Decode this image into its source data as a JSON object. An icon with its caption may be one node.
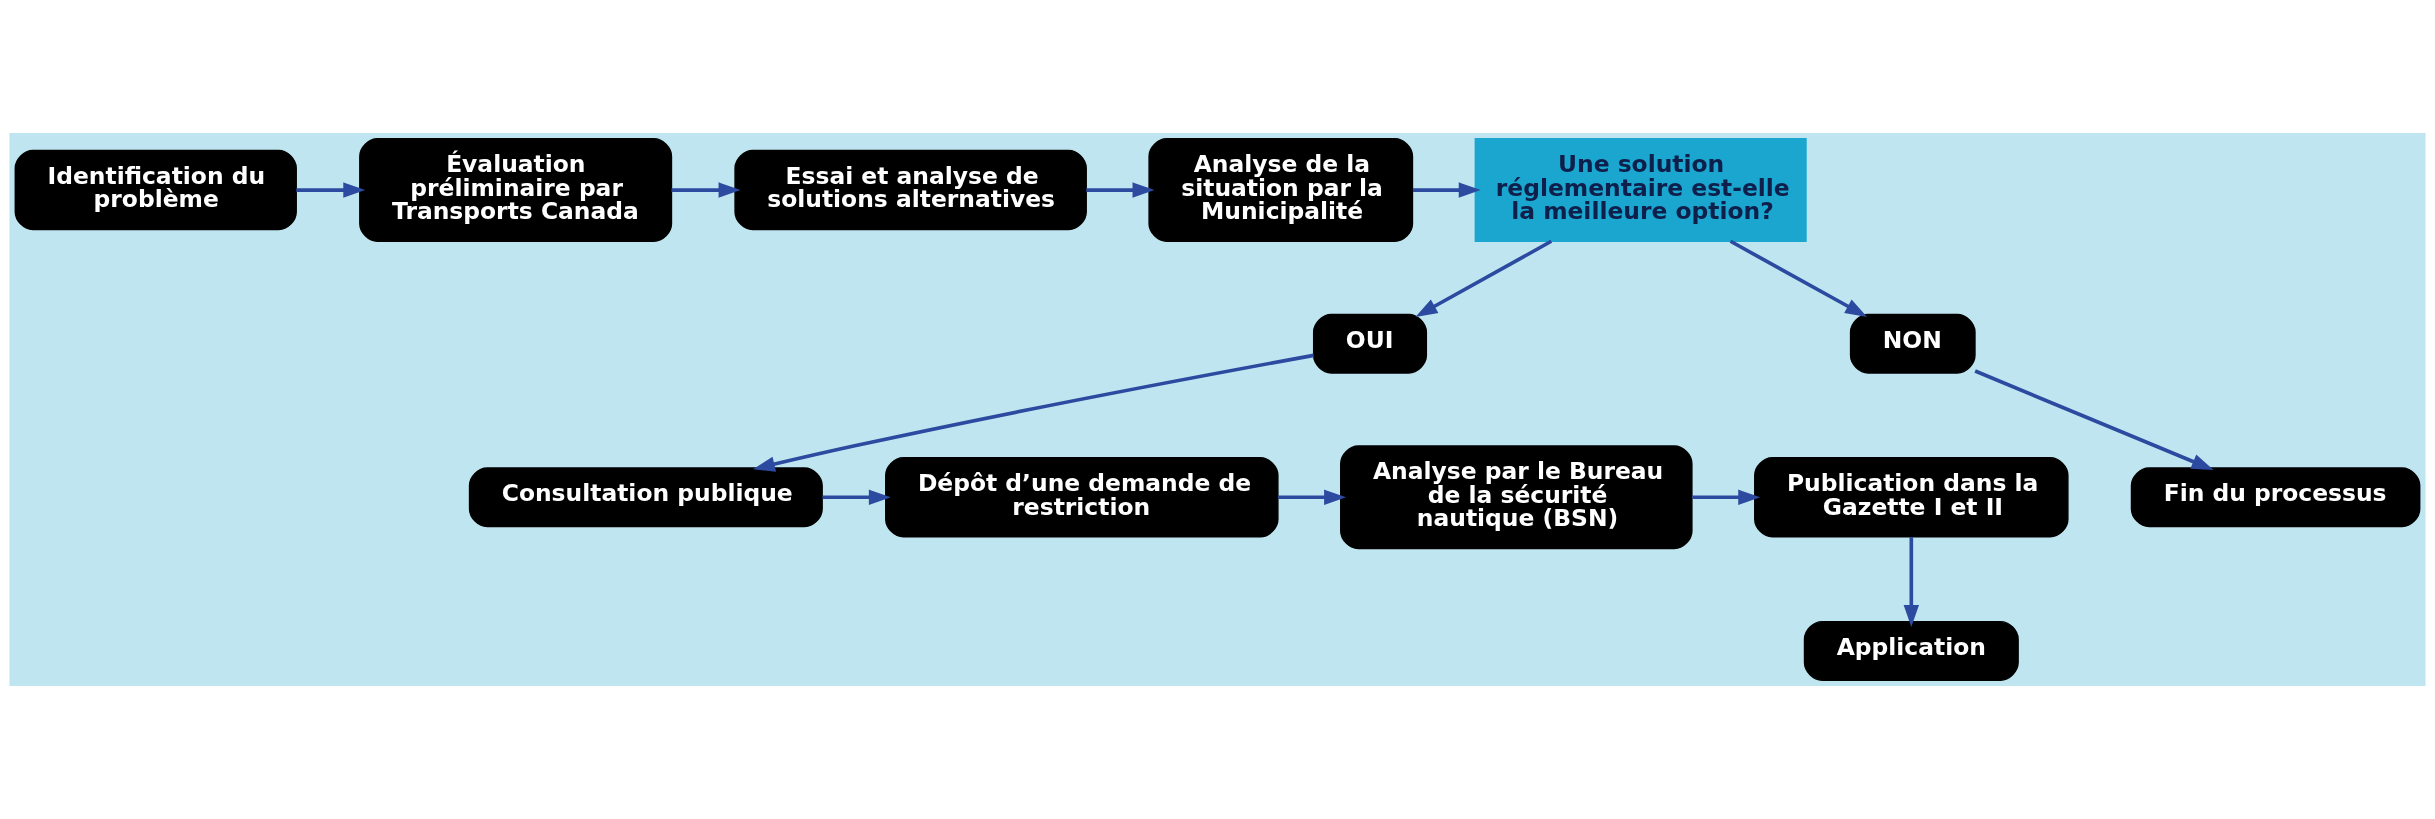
{
  "diagram": {
    "nodes": [
      {
        "text": [
          "Identification du problème"
        ]
      },
      {
        "text": [
          "Évaluation préliminaire par Transports Canada"
        ]
      },
      {
        "text": [
          "Essai et analyse de solutions alternatives"
        ]
      },
      {
        "text": [
          "Analyse de la situation par la Municipalité"
        ]
      },
      {
        "text": [
          "Une solution réglementaire est-elle la meilleure option?"
        ]
      },
      {
        "text": [
          "OUI"
        ]
      },
      {
        "text": [
          "NON"
        ]
      },
      {
        "text": [
          "Consultation publique"
        ]
      },
      {
        "text": [
          "Dépôt d’une demande de restriction"
        ]
      },
      {
        "text": [
          "Analyse par le Bureau de la sécurité nautique (BSN)"
        ]
      },
      {
        "text": [
          "Publication dans la Gazette I et II"
        ]
      },
      {
        "text": [
          "Application"
        ]
      },
      {
        "text": [
          "Fin du processus"
        ]
      }
    ],
    "edges": [
      {
        "from": 0,
        "to": 1,
        "arrow": "to"
      },
      {
        "from": 1,
        "to": 2,
        "arrow": "to"
      },
      {
        "from": 2,
        "to": 3,
        "arrow": "to"
      },
      {
        "from": 3,
        "to": 4,
        "arrow": "to"
      },
      {
        "from": 4,
        "to": 5,
        "arrow": "to"
      },
      {
        "from": 4,
        "to": 6,
        "arrow": "to"
      },
      {
        "from": 5,
        "to": 7,
        "arrow": "to"
      },
      {
        "from": 6,
        "to": 12,
        "arrow": "to"
      },
      {
        "from": 7,
        "to": 8,
        "arrow": "to"
      },
      {
        "from": 8,
        "to": 9,
        "arrow": "to"
      },
      {
        "from": 9,
        "to": 10,
        "arrow": "to"
      },
      {
        "from": 10,
        "to": 11,
        "arrow": "to"
      }
    ]
  }
}
